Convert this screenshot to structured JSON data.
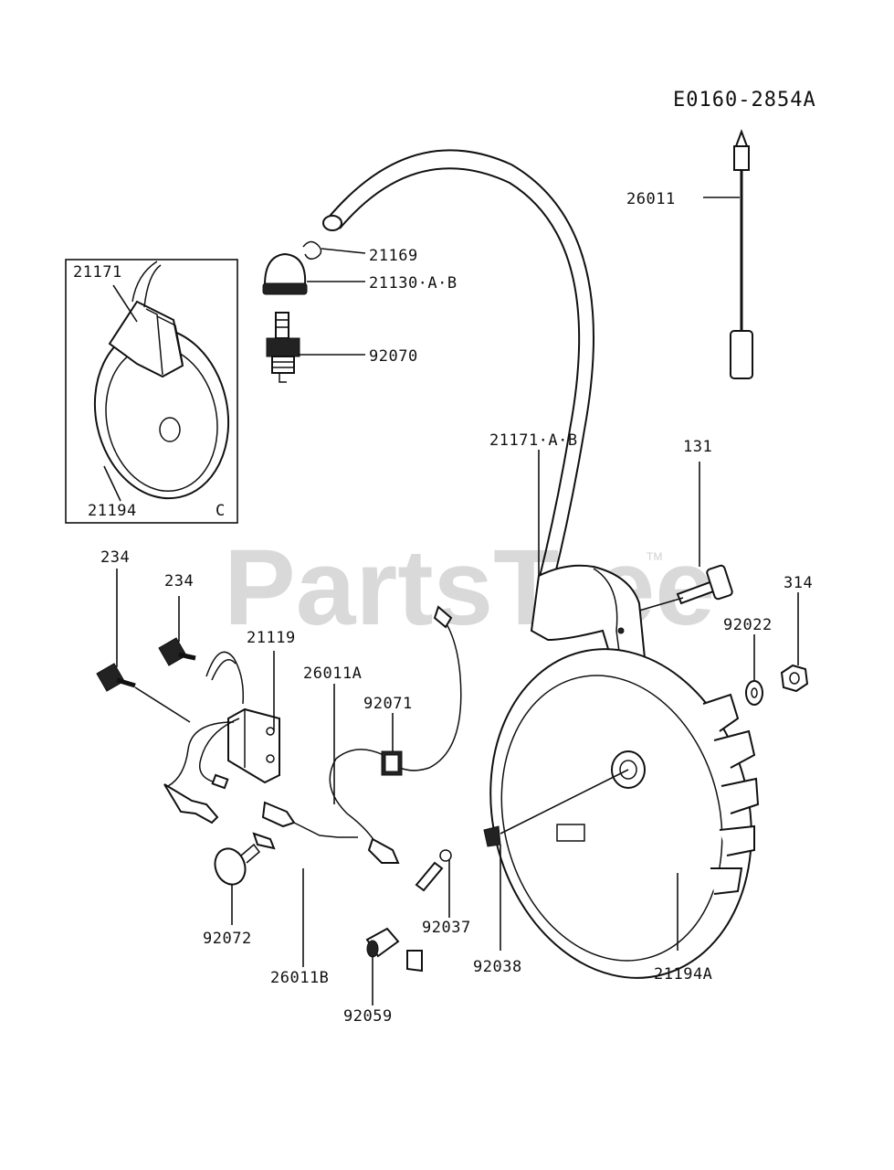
{
  "diagram_code": "E0160-2854A",
  "watermark": {
    "text": "PartsTree",
    "tm": "TM"
  },
  "inset": {
    "corner_label": "C"
  },
  "labels": {
    "p26011": "26011",
    "p21169": "21169",
    "p21130": "21130·A·B",
    "p92070": "92070",
    "p21171_inset": "21171",
    "p21194": "21194",
    "p21171ab": "21171·A·B",
    "p131": "131",
    "p314": "314",
    "p92022": "92022",
    "p234a": "234",
    "p234b": "234",
    "p21119": "21119",
    "p26011a": "26011A",
    "p92071": "92071",
    "p92072": "92072",
    "p26011b": "26011B",
    "p92059": "92059",
    "p92037": "92037",
    "p92038": "92038",
    "p21194a": "21194A"
  }
}
